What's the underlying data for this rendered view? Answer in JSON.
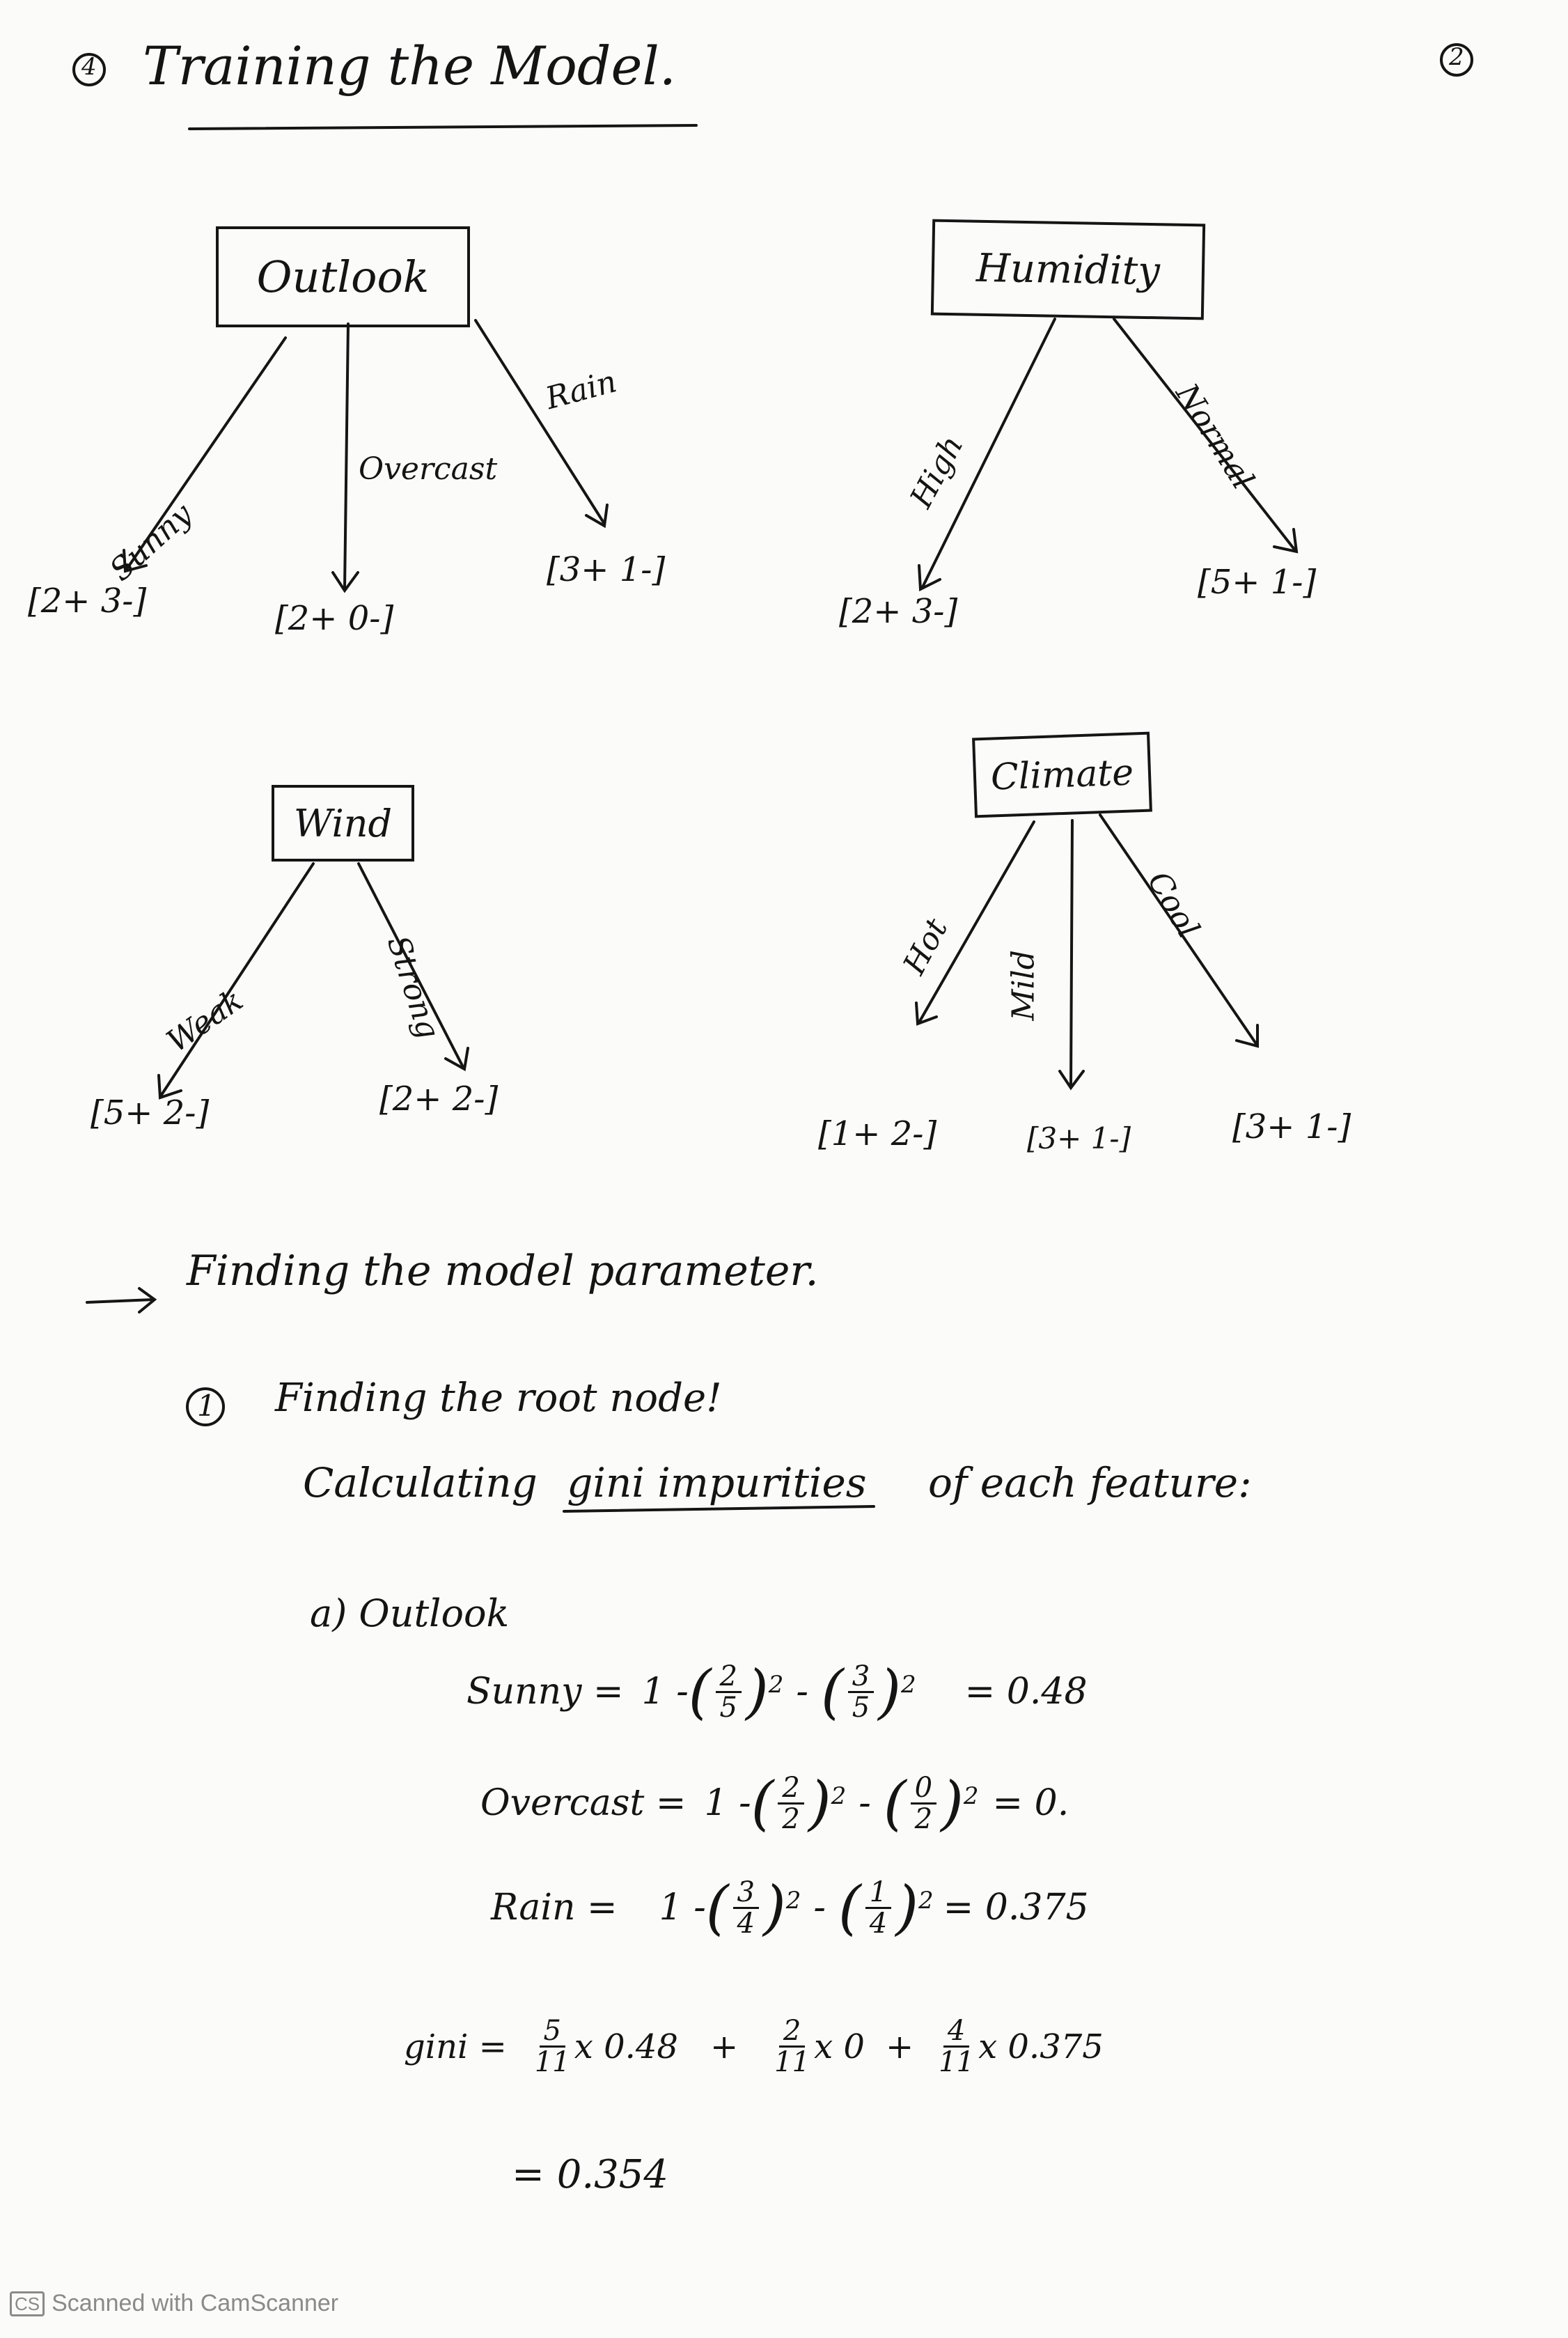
{
  "header": {
    "section_mark": "4",
    "title": "Training the Model.",
    "page_number": "2"
  },
  "trees": {
    "outlook": {
      "node": "Outlook",
      "branches": [
        "Sunny",
        "Overcast",
        "Rain"
      ],
      "leaves": [
        "[2+ 3-]",
        "[2+ 0-]",
        "[3+ 1-]"
      ]
    },
    "humidity": {
      "node": "Humidity",
      "branches": [
        "High",
        "Normal"
      ],
      "leaves": [
        "[2+ 3-]",
        "[5+ 1-]"
      ]
    },
    "wind": {
      "node": "Wind",
      "branches": [
        "Weak",
        "Strong"
      ],
      "leaves": [
        "[5+ 2-]",
        "[2+ 2-]"
      ]
    },
    "climate": {
      "node": "Climate",
      "branches": [
        "Hot",
        "Mild",
        "Cool"
      ],
      "leaves": [
        "[1+ 2-]",
        "[3+ 1-]",
        "[3+ 1-]"
      ]
    }
  },
  "notes": {
    "heading": "Finding the model parameter.",
    "step_number": "1",
    "step": "Finding the root node!",
    "calc_prefix": "Calculating",
    "calc_term": "gini impurities",
    "calc_suffix": "of each feature:",
    "sub_a": "a) Outlook"
  },
  "equations": {
    "sunny": {
      "label": "Sunny =",
      "one": "1 -",
      "f1n": "2",
      "f1d": "5",
      "f2n": "3",
      "f2d": "5",
      "exp": "2",
      "minus": "-",
      "result": "= 0.48"
    },
    "overcast": {
      "label": "Overcast =",
      "one": "1 -",
      "f1n": "2",
      "f1d": "2",
      "f2n": "0",
      "f2d": "2",
      "exp": "2",
      "minus": "-",
      "result": "= 0."
    },
    "rain": {
      "label": "Rain =",
      "one": "1 -",
      "f1n": "3",
      "f1d": "4",
      "f2n": "1",
      "f2d": "4",
      "exp": "2",
      "minus": "-",
      "result": "= 0.375"
    },
    "gini": {
      "label": "gini =",
      "t1n": "5",
      "t1d": "11",
      "t1v": "x 0.48",
      "plus": "+",
      "t2n": "2",
      "t2d": "11",
      "t2v": "x 0",
      "t3n": "4",
      "t3d": "11",
      "t3v": "x 0.375",
      "result": "= 0.354"
    }
  },
  "footer": {
    "logo": "CS",
    "text": "Scanned with CamScanner"
  }
}
